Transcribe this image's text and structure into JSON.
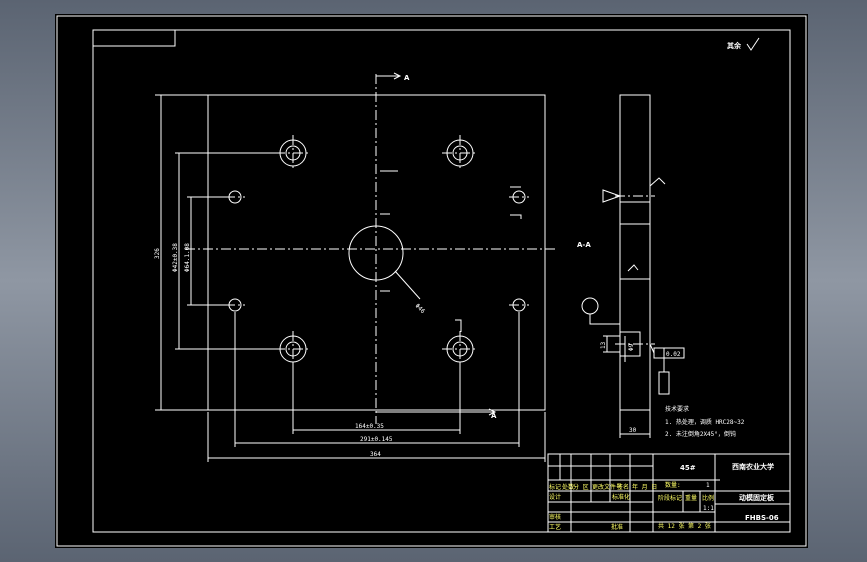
{
  "roughness": "其余",
  "section_a": "A",
  "section_aa": "A-A",
  "dims": {
    "width_inner": "164±0.35",
    "width_mid": "291±0.145",
    "width_total": "364",
    "height_total": "326",
    "height_outer": "Φ42±0.38",
    "height_inner": "Φ64.1.08",
    "hole_dia": "Φ46",
    "thickness": "30",
    "side_a": "13",
    "side_b": "Φ9",
    "tol_box": "0.02"
  },
  "notes": {
    "title": "技术要求",
    "line1": "1. 热处理，调质 HRC28~32",
    "line2": "2. 未注倒角2X45°，倒钝"
  },
  "title_block": {
    "material": "45#",
    "school": "西南农业大学",
    "qty_label": "数量:",
    "qty": "1",
    "part_name": "动模固定板",
    "part_no": "FHBS-06",
    "sheet_info": "共 12 张    第 2 张",
    "row_biaoji": "标记",
    "row_chushu": "处数",
    "row_fenqu": "分 区",
    "row_gwj": "更改文件号",
    "row_qm": "签名",
    "row_date": "年 月 日",
    "row_sheji": "设计",
    "row_biaozhun": "标准化",
    "row_jd": "阶段标记",
    "row_zl": "重量",
    "row_bl": "比例",
    "row_shenhe": "审核",
    "row_gongyi": "工艺",
    "row_pizhun": "批准",
    "scale": "1:1"
  }
}
